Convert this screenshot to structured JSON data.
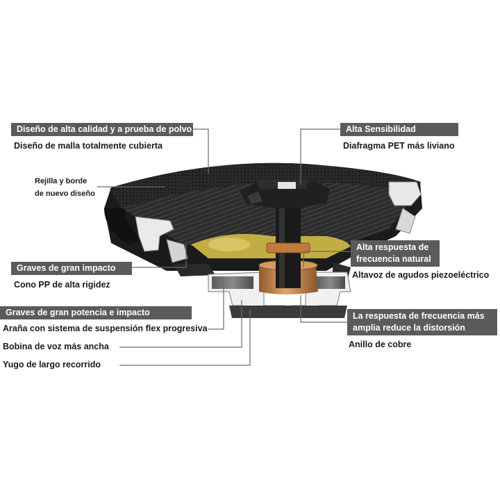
{
  "callouts": {
    "design": {
      "header": "Diseño de alta calidad y a prueba de polvo",
      "sub": "Diseño de malla totalmente cubierta"
    },
    "grille": {
      "line1": "Rejilla y borde",
      "line2": "de nuevo diseño"
    },
    "bass_impact": {
      "header": "Graves de gran impacto",
      "sub": "Cono PP de alta rigidez"
    },
    "bass_power": {
      "header": "Graves de gran potencia e impacto",
      "item1": "Araña con sistema de suspensión flex progresiva",
      "item2": "Bobina de voz más ancha",
      "item3": "Yugo de largo recorrido"
    },
    "sensitivity": {
      "header": "Alta Sensibilidad",
      "sub": "Diafragma PET más liviano"
    },
    "natural_freq": {
      "header_line1": "Alta respuesta de",
      "header_line2": "frecuencia natural",
      "sub": "Altavoz de agudos piezoeléctrico"
    },
    "wide_freq": {
      "header_line1": "La respuesta de frecuencia más",
      "header_line2": "amplia reduce la distorsión",
      "sub": "Anillo de cobre"
    }
  },
  "colors": {
    "header_bg": "#5b5b5b",
    "header_text": "#ffffff",
    "body_text": "#1a1a1a",
    "leader_line": "#6b6b6b",
    "speaker_dark": "#1e1e1e",
    "copper": "#c98a52",
    "cone_yellow": "#c9b44a"
  }
}
